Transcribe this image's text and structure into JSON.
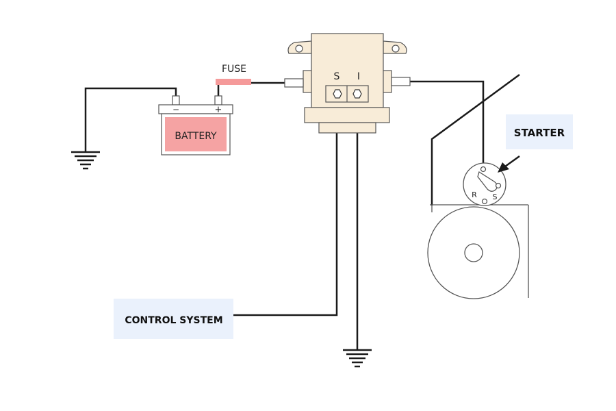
{
  "labels": {
    "fuse": "FUSE",
    "battery": "BATTERY",
    "battery_negative": "−",
    "battery_positive": "+",
    "terminal_s": "S",
    "terminal_i": "I",
    "starter": "STARTER",
    "starter_r": "R",
    "starter_s": "S",
    "control_system": "CONTROL SYSTEM"
  },
  "colors": {
    "wire": "#1a1a1a",
    "solenoid_body": "#f8ecd8",
    "battery_fill": "#f5a3a3",
    "battery_case": "#ffffff",
    "fuse": "#f59a9a",
    "callout_box": "#eaf1fc",
    "outline": "#555555"
  }
}
